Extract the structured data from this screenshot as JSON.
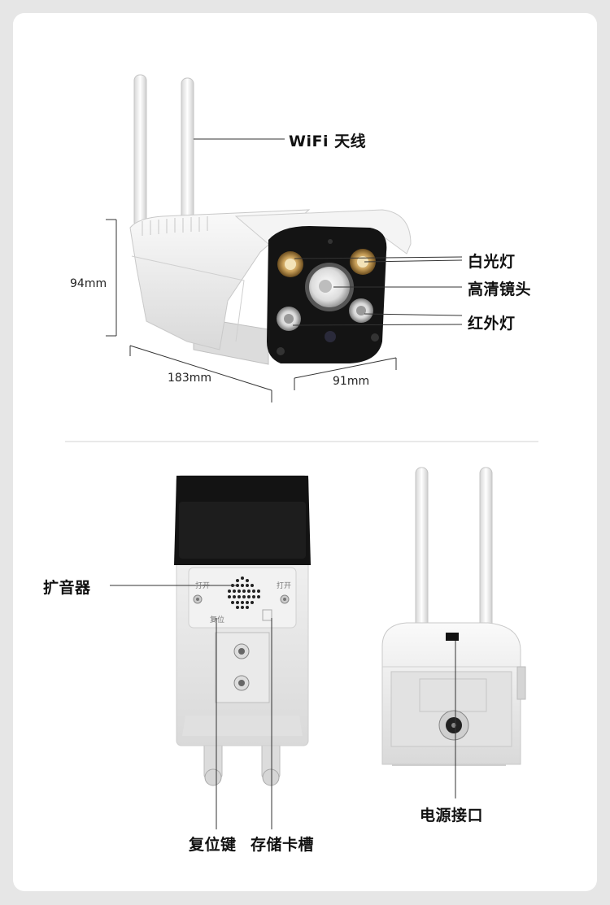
{
  "labels": {
    "wifi_antenna": "WiFi 天线",
    "white_light": "白光灯",
    "hd_lens": "高清镜头",
    "infrared_light": "红外灯",
    "speaker": "扩音器",
    "reset_button": "复位键",
    "storage_slot": "存储卡槽",
    "power_port": "电源接口"
  },
  "dimensions": {
    "height": "94mm",
    "length": "183mm",
    "width": "91mm"
  },
  "back_panel": {
    "open_left": "打开",
    "open_right": "打开",
    "reset_small": "复位"
  },
  "colors": {
    "background": "#e6e6e6",
    "card": "#ffffff",
    "camera_face": "#141414",
    "camera_body": "#f2f2f2",
    "led_ring": "#c89a4a",
    "leader_line": "#333333"
  }
}
